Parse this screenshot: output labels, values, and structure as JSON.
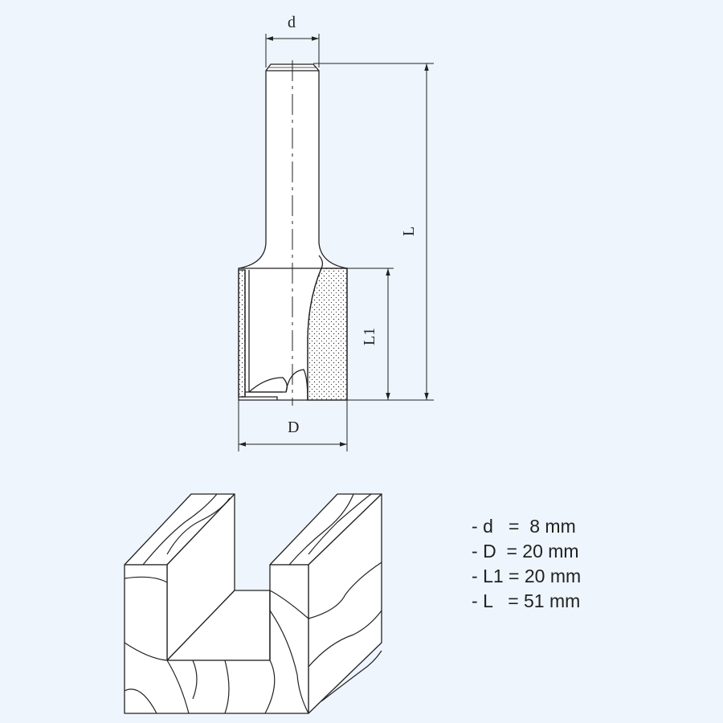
{
  "dimension_labels": {
    "shank_diameter": "d",
    "cut_diameter": "D",
    "cut_length": "L1",
    "total_length": "L"
  },
  "specs": [
    {
      "prefix": "- ",
      "symbol": "d",
      "gap": "   ",
      "value": "=  8 mm"
    },
    {
      "prefix": "- ",
      "symbol": "D",
      "gap": "  ",
      "value": "= 20 mm"
    },
    {
      "prefix": "- ",
      "symbol": "L1",
      "gap": " ",
      "value": "= 20 mm"
    },
    {
      "prefix": "- ",
      "symbol": "L",
      "gap": "   ",
      "value": "= 51 mm"
    }
  ],
  "colors": {
    "background": "#eef5fd",
    "line": "#222222",
    "fill": "#ffffff"
  }
}
